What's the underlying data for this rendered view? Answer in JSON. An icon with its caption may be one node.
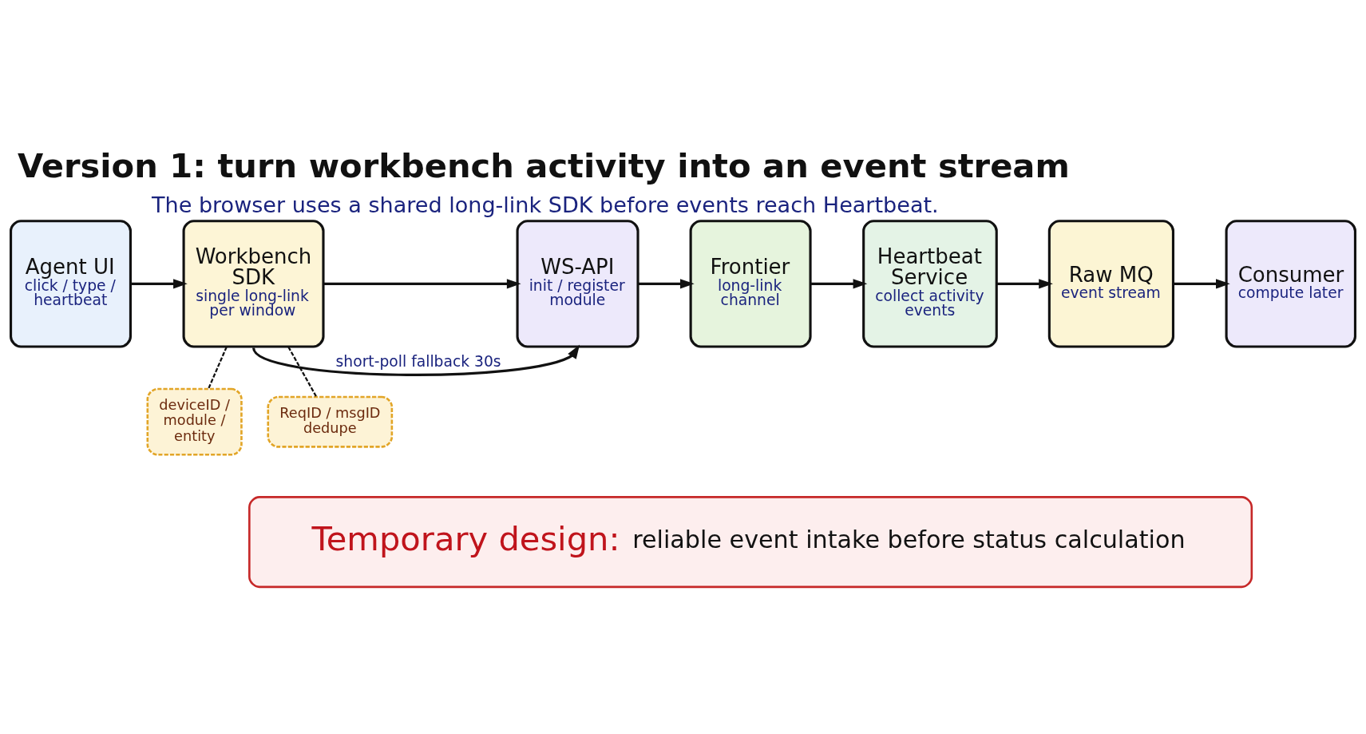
{
  "diagram": {
    "title": "Version 1: turn workbench activity into an event stream",
    "caption": "The browser uses a shared long-link SDK before events reach Heartbeat.",
    "nodes": [
      {
        "text": [
          "Agent UI",
          "click / type / heartbeat"
        ]
      },
      {
        "text": [
          "Workbench SDK",
          "single long-link per window"
        ]
      },
      {
        "text": [
          "WS-API",
          "init / register module"
        ]
      },
      {
        "text": [
          "Frontier",
          "long-link channel"
        ]
      },
      {
        "text": [
          "Heartbeat Service",
          "collect activity events"
        ]
      },
      {
        "text": [
          "Raw MQ",
          "event stream"
        ]
      },
      {
        "text": [
          "Consumer",
          "compute later"
        ]
      },
      {
        "text": [
          "deviceID / module / entity"
        ]
      },
      {
        "text": [
          "ReqID / msgID dedupe"
        ]
      },
      {
        "text": [
          "Temporary design:",
          "reliable event intake before status calculation"
        ]
      }
    ],
    "edges": [
      {
        "from": 0,
        "to": 1,
        "arrow": "to"
      },
      {
        "from": 1,
        "to": 2,
        "arrow": "to"
      },
      {
        "from": 2,
        "to": 3,
        "arrow": "to"
      },
      {
        "from": 3,
        "to": 4,
        "arrow": "to"
      },
      {
        "from": 4,
        "to": 5,
        "arrow": "to"
      },
      {
        "from": 5,
        "to": 6,
        "arrow": "to"
      },
      {
        "from": 1,
        "to": 7,
        "arrow": "none",
        "style": "dashed"
      },
      {
        "from": 1,
        "to": 8,
        "arrow": "none",
        "style": "dashed"
      },
      {
        "from": 1,
        "to": 2,
        "arrow": "to",
        "label": "short-poll fallback 30s"
      }
    ]
  }
}
